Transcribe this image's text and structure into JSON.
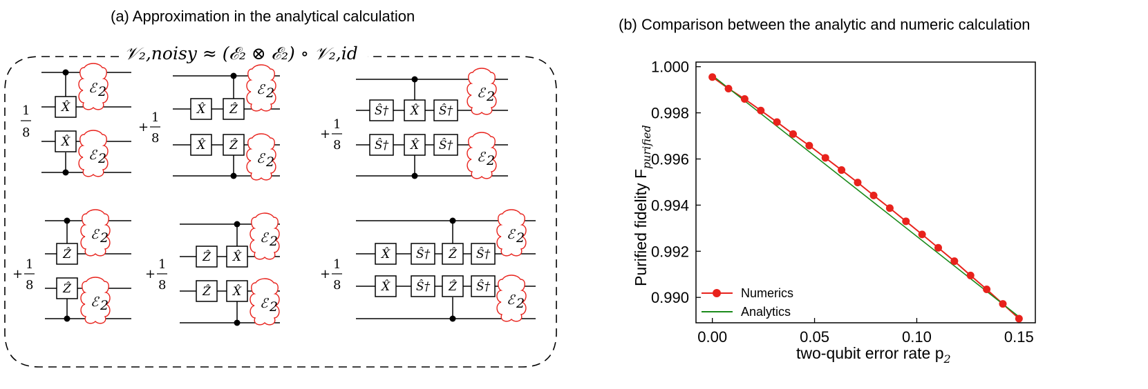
{
  "panel_a": {
    "caption": "(a) Approximation in the analytical calculation",
    "equation": "𝒱₂,noisy ≈ (ℰ₂ ⊗ ℰ₂) ∘ 𝒱₂,id",
    "noise_label": "ℰ",
    "noise_sub": "2",
    "coefficients": [
      "1/8",
      "+1/8",
      "+1/8",
      "+1/8",
      "+1/8",
      "+1/8"
    ],
    "gates": {
      "x": "X̂",
      "z": "Ẑ",
      "sdag": "Ŝ†"
    }
  },
  "panel_b": {
    "caption": "(b) Comparison between the analytic and numeric calculation",
    "ylabel": "Purified fidelity F",
    "ylabel_sub": "purified",
    "xlabel": "two-qubit error rate p",
    "xlabel_sub": "2",
    "legend": [
      "Numerics",
      "Analytics"
    ]
  },
  "colors": {
    "numerics": "#e8221c",
    "analytics": "#1a8a1a",
    "noise": "#e8221c"
  },
  "chart_data": {
    "type": "line",
    "title": "(b) Comparison between the analytic and numeric calculation",
    "xlabel": "two-qubit error rate p2",
    "ylabel": "Purified fidelity F_purified",
    "xlim": [
      -0.008,
      0.158
    ],
    "ylim": [
      0.9889,
      1.0002
    ],
    "xticks": [
      "0.00",
      "0.05",
      "0.10",
      "0.15"
    ],
    "yticks": [
      "0.990",
      "0.992",
      "0.994",
      "0.996",
      "0.998",
      "1.000"
    ],
    "legend_position": "bottom-left",
    "grid": false,
    "series": [
      {
        "name": "Numerics",
        "x": [
          0.0,
          0.0079,
          0.0158,
          0.0237,
          0.0316,
          0.0395,
          0.0474,
          0.0553,
          0.0632,
          0.0711,
          0.0789,
          0.0868,
          0.0947,
          0.1026,
          0.1105,
          0.1184,
          0.1263,
          0.1342,
          0.1421,
          0.15
        ],
        "y": [
          0.99955,
          0.99905,
          0.9986,
          0.9981,
          0.9976,
          0.99708,
          0.99658,
          0.99605,
          0.99552,
          0.99498,
          0.99442,
          0.99387,
          0.9933,
          0.99273,
          0.99215,
          0.99157,
          0.99095,
          0.99035,
          0.98972,
          0.98908
        ]
      },
      {
        "name": "Analytics",
        "x": [
          0.0,
          0.15
        ],
        "y": [
          0.99962,
          0.98916
        ]
      }
    ]
  }
}
